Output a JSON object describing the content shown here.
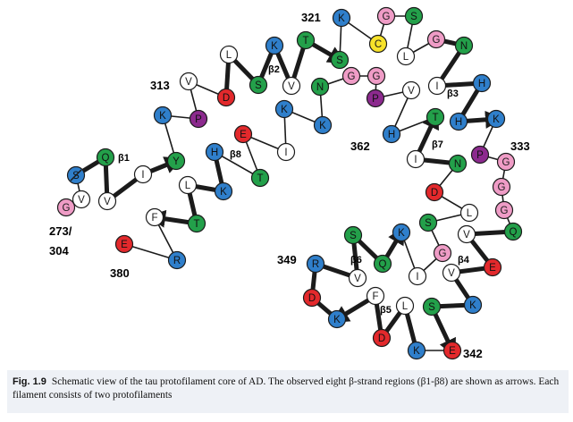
{
  "colors": {
    "blue": "#2f7fcb",
    "green": "#23a04a",
    "red": "#e3292c",
    "purple": "#8c2a8e",
    "pink": "#ef9cc6",
    "yellow": "#f7e22a",
    "white": "#ffffff",
    "stroke": "#1b1b1b"
  },
  "residues": [
    {
      "aa": "S",
      "c": "blue",
      "slash": true
    },
    {
      "aa": "Q",
      "c": "green"
    },
    {
      "aa": "V",
      "c": "white"
    },
    {
      "aa": "I",
      "c": "white"
    },
    {
      "aa": "Y",
      "c": "green"
    },
    {
      "aa": "K",
      "c": "blue"
    },
    {
      "aa": "P",
      "c": "purple"
    },
    {
      "aa": "V",
      "c": "white"
    },
    {
      "aa": "D",
      "c": "red"
    },
    {
      "aa": "L",
      "c": "white"
    },
    {
      "aa": "S",
      "c": "green"
    },
    {
      "aa": "K",
      "c": "blue"
    },
    {
      "aa": "V",
      "c": "white"
    },
    {
      "aa": "T",
      "c": "green"
    },
    {
      "aa": "S",
      "c": "green"
    },
    {
      "aa": "K",
      "c": "blue"
    },
    {
      "aa": "C",
      "c": "yellow"
    },
    {
      "aa": "G",
      "c": "pink"
    },
    {
      "aa": "S",
      "c": "green"
    },
    {
      "aa": "L",
      "c": "white"
    },
    {
      "aa": "G",
      "c": "pink"
    },
    {
      "aa": "N",
      "c": "green"
    },
    {
      "aa": "I",
      "c": "white"
    },
    {
      "aa": "H",
      "c": "blue"
    },
    {
      "aa": "H",
      "c": "blue"
    },
    {
      "aa": "K",
      "c": "blue"
    },
    {
      "aa": "P",
      "c": "purple"
    },
    {
      "aa": "G",
      "c": "pink"
    },
    {
      "aa": "G",
      "c": "pink"
    },
    {
      "aa": "G",
      "c": "pink"
    },
    {
      "aa": "Q",
      "c": "green"
    },
    {
      "aa": "V",
      "c": "white"
    },
    {
      "aa": "E",
      "c": "red"
    },
    {
      "aa": "V",
      "c": "white"
    },
    {
      "aa": "K",
      "c": "blue"
    },
    {
      "aa": "S",
      "c": "green"
    },
    {
      "aa": "E",
      "c": "red"
    },
    {
      "aa": "K",
      "c": "blue"
    },
    {
      "aa": "L",
      "c": "white"
    },
    {
      "aa": "D",
      "c": "red"
    },
    {
      "aa": "F",
      "c": "white"
    },
    {
      "aa": "K",
      "c": "blue"
    },
    {
      "aa": "D",
      "c": "red"
    },
    {
      "aa": "R",
      "c": "blue"
    },
    {
      "aa": "V",
      "c": "white"
    },
    {
      "aa": "S",
      "c": "green"
    },
    {
      "aa": "Q",
      "c": "green"
    },
    {
      "aa": "K",
      "c": "blue"
    },
    {
      "aa": "I",
      "c": "white"
    },
    {
      "aa": "G",
      "c": "pink"
    },
    {
      "aa": "S",
      "c": "green"
    },
    {
      "aa": "L",
      "c": "white"
    },
    {
      "aa": "D",
      "c": "red"
    },
    {
      "aa": "N",
      "c": "green"
    },
    {
      "aa": "I",
      "c": "white"
    },
    {
      "aa": "T",
      "c": "green"
    },
    {
      "aa": "H",
      "c": "blue"
    },
    {
      "aa": "V",
      "c": "white"
    },
    {
      "aa": "P",
      "c": "purple"
    },
    {
      "aa": "G",
      "c": "pink"
    },
    {
      "aa": "G",
      "c": "pink"
    },
    {
      "aa": "N",
      "c": "green"
    },
    {
      "aa": "K",
      "c": "blue"
    },
    {
      "aa": "K",
      "c": "blue"
    },
    {
      "aa": "I",
      "c": "white"
    },
    {
      "aa": "E",
      "c": "red"
    },
    {
      "aa": "T",
      "c": "green"
    },
    {
      "aa": "H",
      "c": "blue"
    },
    {
      "aa": "K",
      "c": "blue"
    },
    {
      "aa": "L",
      "c": "white"
    },
    {
      "aa": "T",
      "c": "green"
    },
    {
      "aa": "F",
      "c": "white"
    },
    {
      "aa": "R",
      "c": "blue"
    },
    {
      "aa": "E",
      "c": "red"
    },
    {
      "aa": "G",
      "c": "pink"
    },
    {
      "aa": "V",
      "c": "white"
    }
  ],
  "strand_labels": [
    "β1",
    "β2",
    "β3",
    "β4",
    "β5",
    "β6",
    "β7",
    "β8"
  ],
  "number_labels": [
    "313",
    "321",
    "333",
    "362",
    "349",
    "342",
    "273/",
    "304",
    "380"
  ],
  "caption": {
    "fig": "Fig. 1.9",
    "text": "Schematic view of the tau protofilament core of AD. The observed eight β-strand regions (β1-β8) are shown as arrows. Each filament consists of two protofilaments"
  }
}
